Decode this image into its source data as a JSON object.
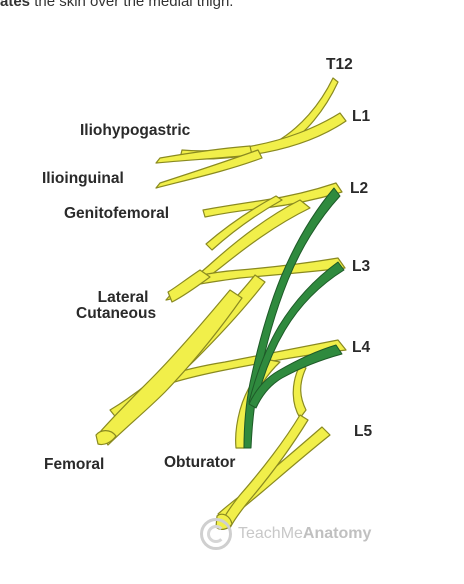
{
  "header": {
    "caption_bold": "ates",
    "caption_rest": " the skin over the medial thigh."
  },
  "labels": {
    "t12": "T12",
    "l1": "L1",
    "l2": "L2",
    "l3": "L3",
    "l4": "L4",
    "l5": "L5",
    "iliohypogastric": "Iliohypogastric",
    "ilioinguinal": "Ilioinguinal",
    "genitofemoral": "Genitofemoral",
    "lateral_cutaneous_line1": "Lateral",
    "lateral_cutaneous_line2": "Cutaneous",
    "femoral": "Femoral",
    "obturator": "Obturator"
  },
  "watermark": {
    "brand_light": "TeachMe",
    "brand_strong": "Anatomy"
  },
  "colors": {
    "nerve_fill": "#f1ef4a",
    "nerve_stroke": "#8a8a20",
    "obturator_fill": "#2f8a3e",
    "obturator_stroke": "#1e5a28",
    "label_text": "#2a2a2a",
    "watermark": "#c4c4c4"
  }
}
